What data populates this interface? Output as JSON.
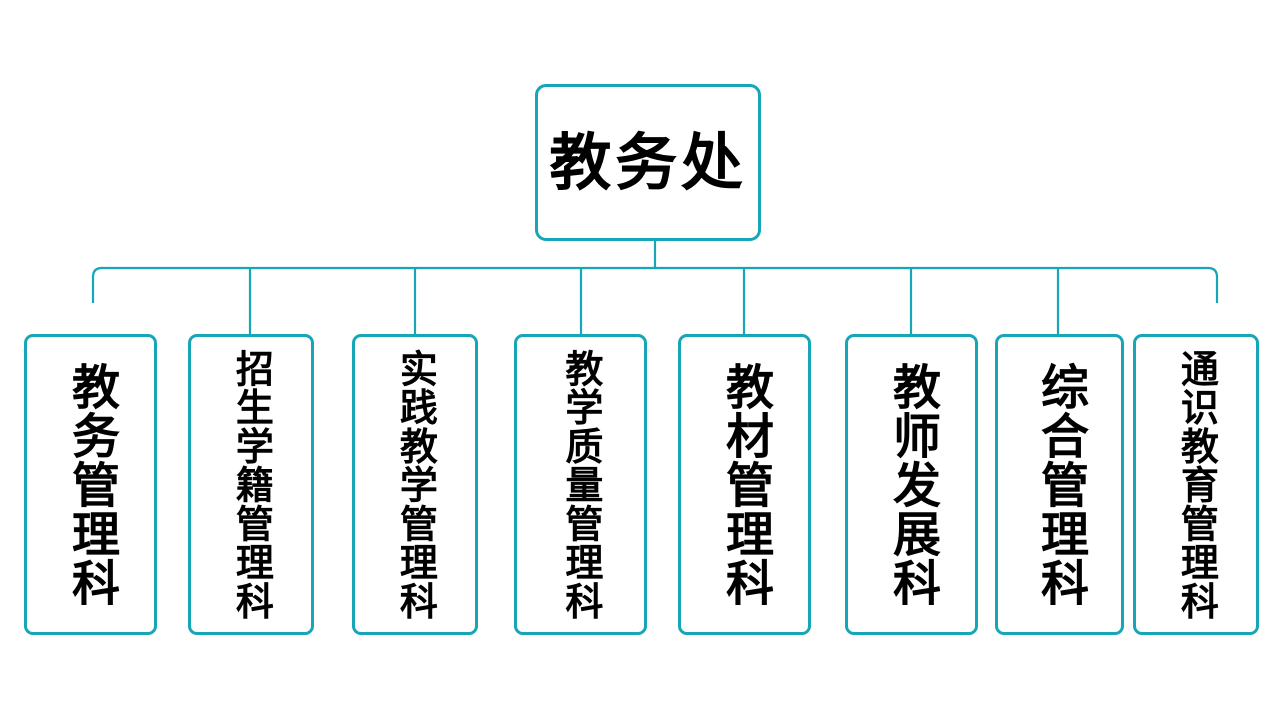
{
  "diagram": {
    "type": "organization-chart",
    "accent_color": "#17a5b8",
    "background_color": "#ffffff",
    "text_color": "#000000",
    "root": {
      "label": "教务处"
    },
    "children": [
      {
        "label": "教务管理科",
        "size": "big"
      },
      {
        "label": "招生学籍管理科",
        "size": "small"
      },
      {
        "label": "实践教学管理科",
        "size": "small"
      },
      {
        "label": "教学质量管理科",
        "size": "small"
      },
      {
        "label": "教材管理科",
        "size": "big"
      },
      {
        "label": "教师发展科",
        "size": "big"
      },
      {
        "label": "综合管理科",
        "size": "big"
      },
      {
        "label": "通识教育管理科",
        "size": "small"
      }
    ]
  }
}
